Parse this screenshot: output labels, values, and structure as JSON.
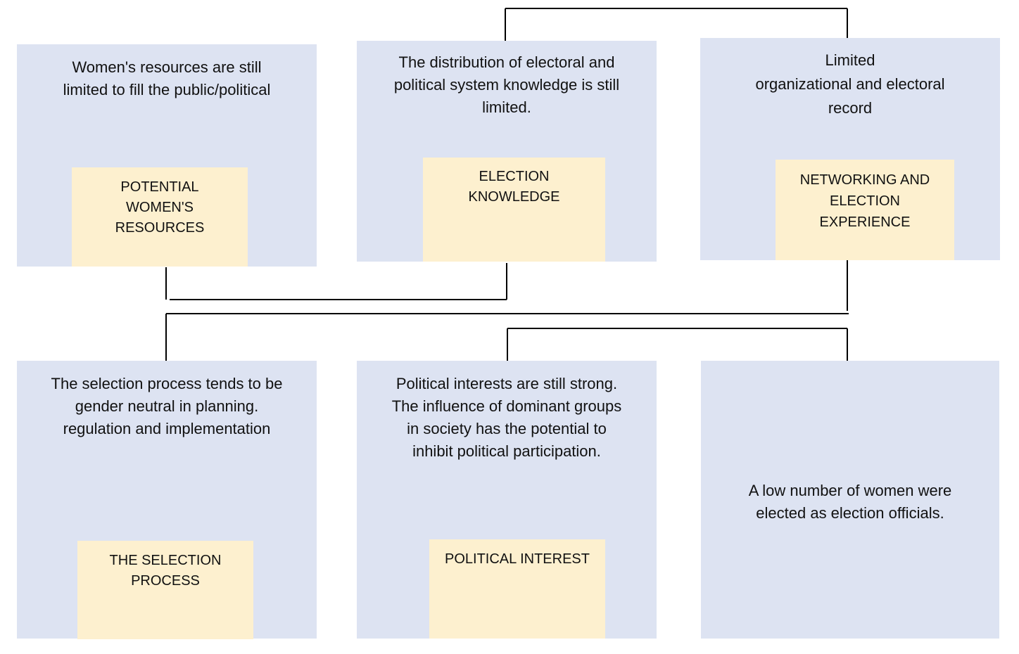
{
  "boxes": {
    "resources": {
      "text": "Women's resources are still\nlimited to fill the public/political",
      "label": "POTENTIAL\nWOMEN'S\nRESOURCES"
    },
    "knowledge": {
      "text": "The distribution of electoral and\npolitical system knowledge is still\nlimited.",
      "label": "ELECTION\nKNOWLEDGE"
    },
    "networking": {
      "text": "Limited\norganizational and electoral\nrecord",
      "label": "NETWORKING AND\nELECTION\nEXPERIENCE"
    },
    "selection": {
      "text": "The selection process tends to be\ngender neutral in planning.\nregulation and implementation",
      "label": "THE SELECTION\nPROCESS"
    },
    "interest": {
      "text": "Political interests are still strong.\nThe influence of dominant groups\nin society has the potential to\ninhibit political participation.",
      "label": "POLITICAL INTEREST"
    },
    "outcome": {
      "text": "A low number of women were\nelected as election officials."
    }
  },
  "colors": {
    "box_fill": "#dde3f2",
    "label_fill": "#fdf0cf",
    "line": "#000000"
  }
}
